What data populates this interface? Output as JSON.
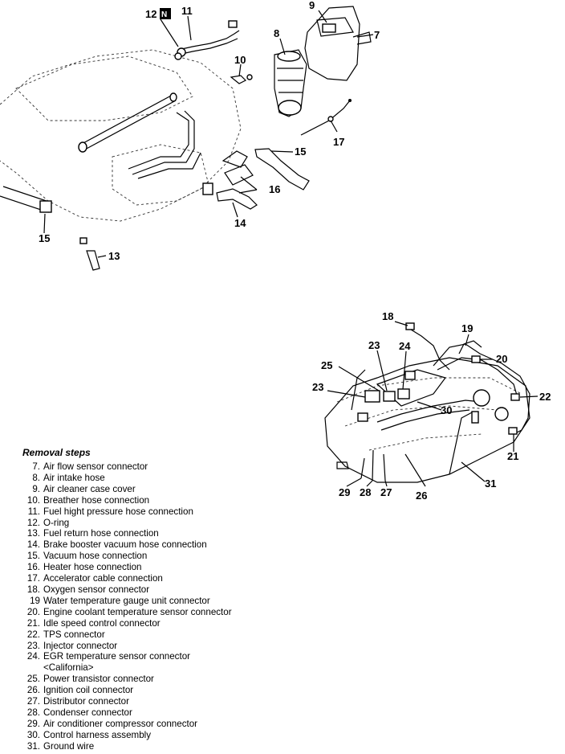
{
  "callouts": {
    "c7": "7",
    "c8": "8",
    "c9": "9",
    "c10": "10",
    "c11": "11",
    "c12": "12",
    "c12_badge": "N",
    "c13": "13",
    "c14": "14",
    "c15a": "15",
    "c15b": "15",
    "c16": "16",
    "c17": "17",
    "c18": "18",
    "c19": "19",
    "c20": "20",
    "c21": "21",
    "c22": "22",
    "c23a": "23",
    "c23b": "23",
    "c24": "24",
    "c25": "25",
    "c26": "26",
    "c27": "27",
    "c28": "28",
    "c29": "29",
    "c30": "30",
    "c31": "31"
  },
  "removal": {
    "title": "Removal steps",
    "steps": [
      {
        "num": "7.",
        "text": "Air flow sensor connector"
      },
      {
        "num": "8.",
        "text": "Air intake hose"
      },
      {
        "num": "9.",
        "text": "Air cleaner case cover"
      },
      {
        "num": "10.",
        "text": "Breather hose connection"
      },
      {
        "num": "11.",
        "text": "Fuel hight pressure hose connection"
      },
      {
        "num": "12.",
        "text": "O-ring"
      },
      {
        "num": "13.",
        "text": "Fuel return hose connection"
      },
      {
        "num": "14.",
        "text": "Brake booster vacuum hose connection"
      },
      {
        "num": "15.",
        "text": "Vacuum hose connection"
      },
      {
        "num": "16.",
        "text": "Heater hose connection"
      },
      {
        "num": "17.",
        "text": "Accelerator cable connection"
      },
      {
        "num": "18.",
        "text": "Oxygen sensor connector"
      },
      {
        "num": "19",
        "text": "Water temperature gauge unit connector"
      },
      {
        "num": "20.",
        "text": "Engine coolant temperature sensor connector"
      },
      {
        "num": "21.",
        "text": "Idle speed control connector"
      },
      {
        "num": "22.",
        "text": "TPS connector"
      },
      {
        "num": "23.",
        "text": "Injector connector"
      },
      {
        "num": "24.",
        "text": "EGR temperature sensor connector"
      },
      {
        "num": "",
        "text": "<California>"
      },
      {
        "num": "25.",
        "text": "Power transistor connector"
      },
      {
        "num": "26.",
        "text": "Ignition coil connector"
      },
      {
        "num": "27.",
        "text": "Distributor connector"
      },
      {
        "num": "28.",
        "text": "Condenser connector"
      },
      {
        "num": "29.",
        "text": "Air conditioner compressor connector"
      },
      {
        "num": "30.",
        "text": "Control harness assembly"
      },
      {
        "num": "31.",
        "text": "Ground wire"
      }
    ]
  }
}
